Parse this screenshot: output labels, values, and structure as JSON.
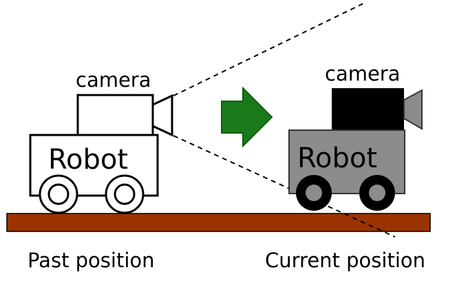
{
  "past_robot": {
    "camera_label": "camera",
    "body_label": "Robot",
    "colors": {
      "body": "#ffffff",
      "camera": "#ffffff",
      "outline": "#000000",
      "wheel_hub": "#ffffff"
    }
  },
  "current_robot": {
    "camera_label": "camera",
    "body_label": "Robot",
    "colors": {
      "body": "#8c8c8c",
      "camera": "#000000",
      "lens": "#8c8c8c",
      "wheel": "#000000",
      "wheel_hub": "#8c8c8c"
    }
  },
  "arrow": {
    "color": "#1a7a1a",
    "outline": "#0f5c0f",
    "direction": "right"
  },
  "ground": {
    "color": "#9b3300"
  },
  "sight_lines": {
    "style": "dashed",
    "color": "#000000"
  },
  "captions": {
    "past": "Past position",
    "current": "Current position"
  }
}
